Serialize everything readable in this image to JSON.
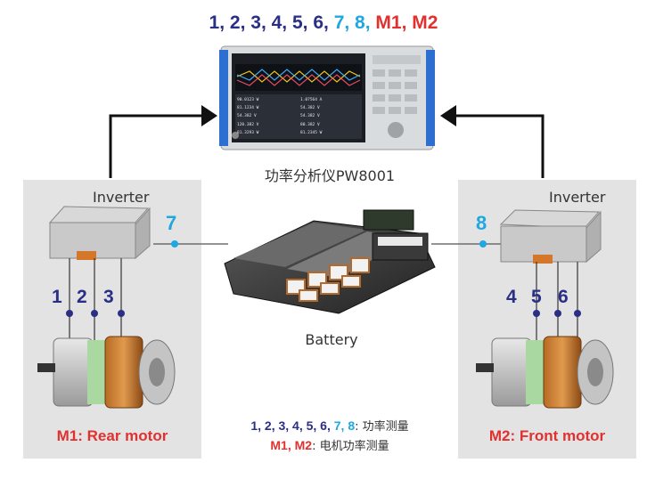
{
  "header": {
    "channels": [
      {
        "text": "1",
        "color": "#2a2f86"
      },
      {
        "text": ", ",
        "color": "#2a2f86"
      },
      {
        "text": "2",
        "color": "#2a2f86"
      },
      {
        "text": ", ",
        "color": "#2a2f86"
      },
      {
        "text": "3",
        "color": "#2a2f86"
      },
      {
        "text": ", ",
        "color": "#2a2f86"
      },
      {
        "text": "4",
        "color": "#2a2f86"
      },
      {
        "text": ", ",
        "color": "#2a2f86"
      },
      {
        "text": "5",
        "color": "#2a2f86"
      },
      {
        "text": ", ",
        "color": "#2a2f86"
      },
      {
        "text": "6",
        "color": "#2a2f86"
      },
      {
        "text": ", ",
        "color": "#2a2f86"
      },
      {
        "text": "7",
        "color": "#1ea7e1"
      },
      {
        "text": ", ",
        "color": "#1ea7e1"
      },
      {
        "text": "8",
        "color": "#1ea7e1"
      },
      {
        "text": ", ",
        "color": "#1ea7e1"
      },
      {
        "text": "M1",
        "color": "#e0312f"
      },
      {
        "text": ", ",
        "color": "#e0312f"
      },
      {
        "text": "M2",
        "color": "#e0312f"
      }
    ]
  },
  "analyzer": {
    "caption": "功率分析仪PW8001",
    "screen_values": [
      "90.0123 W",
      "1.07564 A",
      "81.1234 W",
      "54.382 V",
      "54.382 V",
      "54.382 V",
      "120.382 V",
      "80.382 V",
      "81.3293 W",
      "81.2345 W"
    ]
  },
  "left": {
    "inverter_label": "Inverter",
    "dc_channel": "7",
    "phase_channels": [
      "1",
      "2",
      "3"
    ],
    "motor_label": "M1: Rear motor"
  },
  "right": {
    "inverter_label": "Inverter",
    "dc_channel": "8",
    "phase_channels": [
      "4",
      "5",
      "6"
    ],
    "motor_label": "M2: Front motor"
  },
  "battery": {
    "label": "Battery"
  },
  "legend": {
    "line1_channels": "1, 2, 3, 4, 5, 6, ",
    "line1_cyan": "7, 8",
    "line1_text": ": 功率测量",
    "line2_channels": "M1, M2",
    "line2_text": ": 电机功率测量"
  },
  "colors": {
    "navy": "#2a2f86",
    "cyan": "#1ea7e1",
    "red": "#e0312f",
    "panel": "#e3e3e3",
    "analyzer_blue": "#2d6fd1"
  }
}
